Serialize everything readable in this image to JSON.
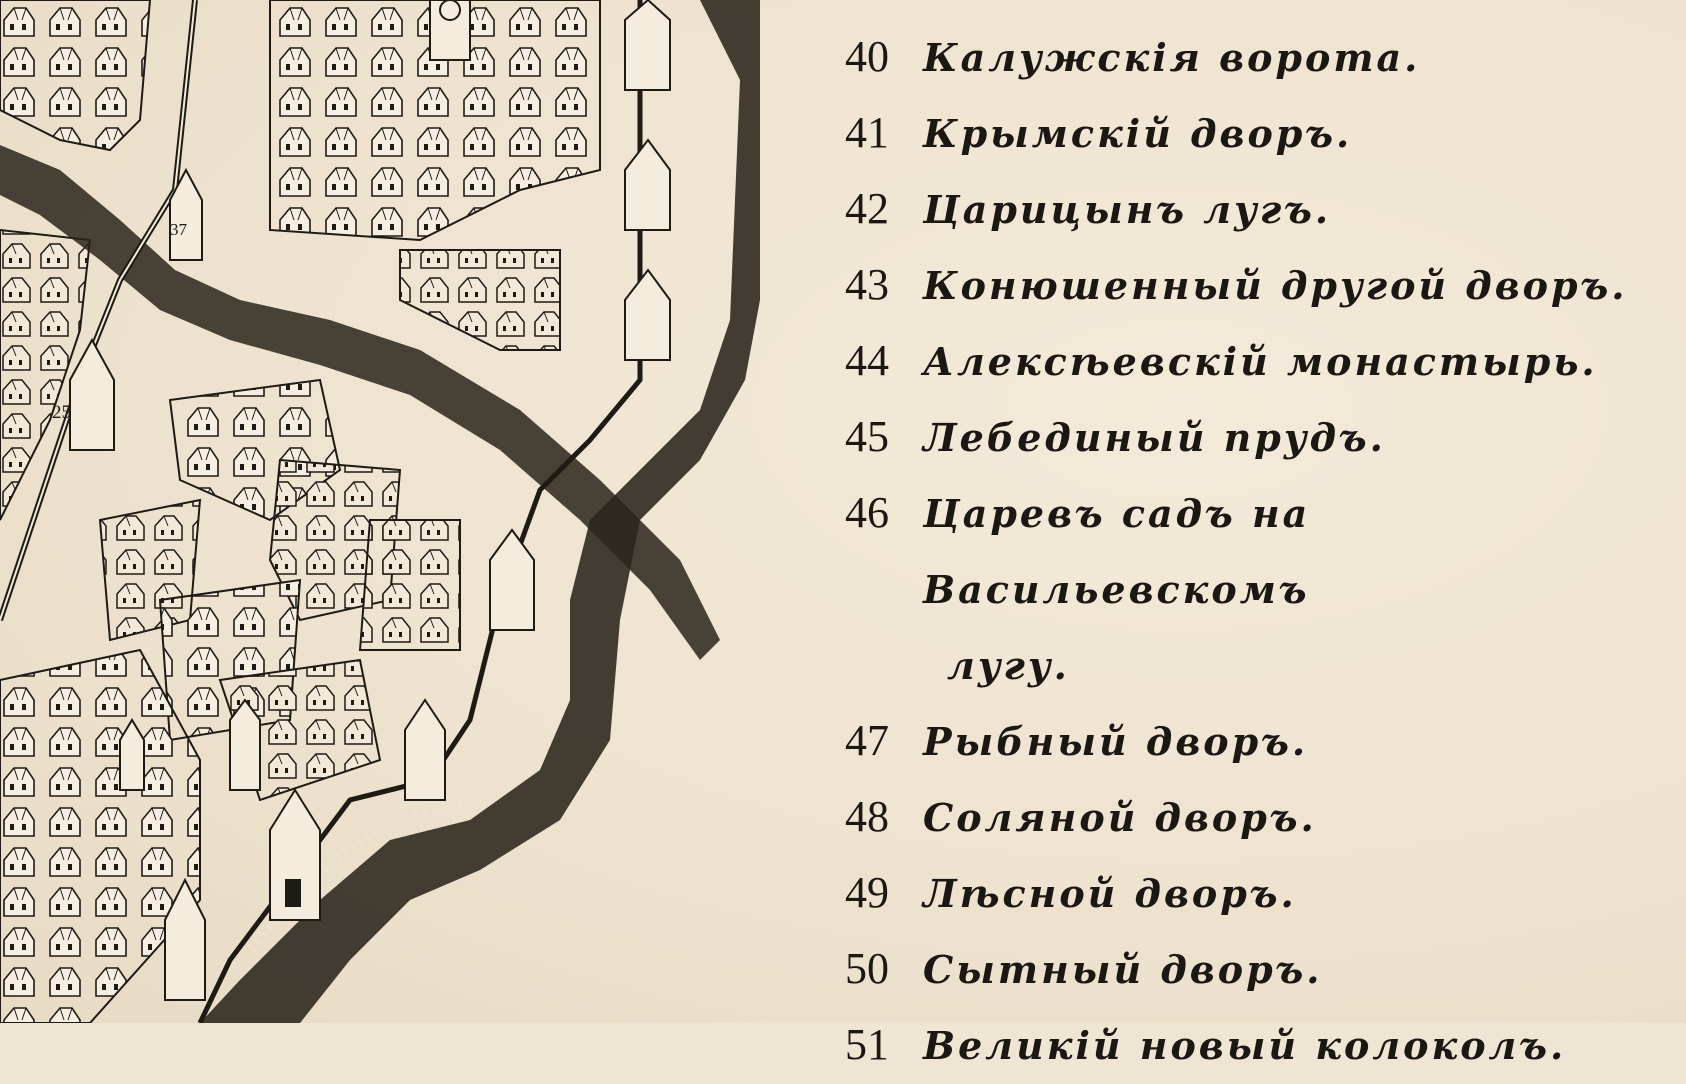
{
  "map": {
    "tower_labels": [
      "37",
      "25"
    ]
  },
  "legend": {
    "items": [
      {
        "number": "40",
        "name": "Калужскія ворота."
      },
      {
        "number": "41",
        "name": "Крымскій дворъ."
      },
      {
        "number": "42",
        "name": "Царицынъ лугъ."
      },
      {
        "number": "43",
        "name": "Конюшенный другой дворъ."
      },
      {
        "number": "44",
        "name": "Алексѣевскій монастырь."
      },
      {
        "number": "45",
        "name": "Лебединый прудъ."
      },
      {
        "number": "46",
        "name": "Царевъ садъ на Васильевскомъ",
        "continuation": "лугу."
      },
      {
        "number": "47",
        "name": "Рыбный дворъ."
      },
      {
        "number": "48",
        "name": "Соляной дворъ."
      },
      {
        "number": "49",
        "name": "Лѣсной дворъ."
      },
      {
        "number": "50",
        "name": "Сытный дворъ."
      },
      {
        "number": "51",
        "name": "Великій новый колоколъ."
      }
    ]
  },
  "colors": {
    "paper": "#efe5d3",
    "ink": "#1b1712"
  }
}
